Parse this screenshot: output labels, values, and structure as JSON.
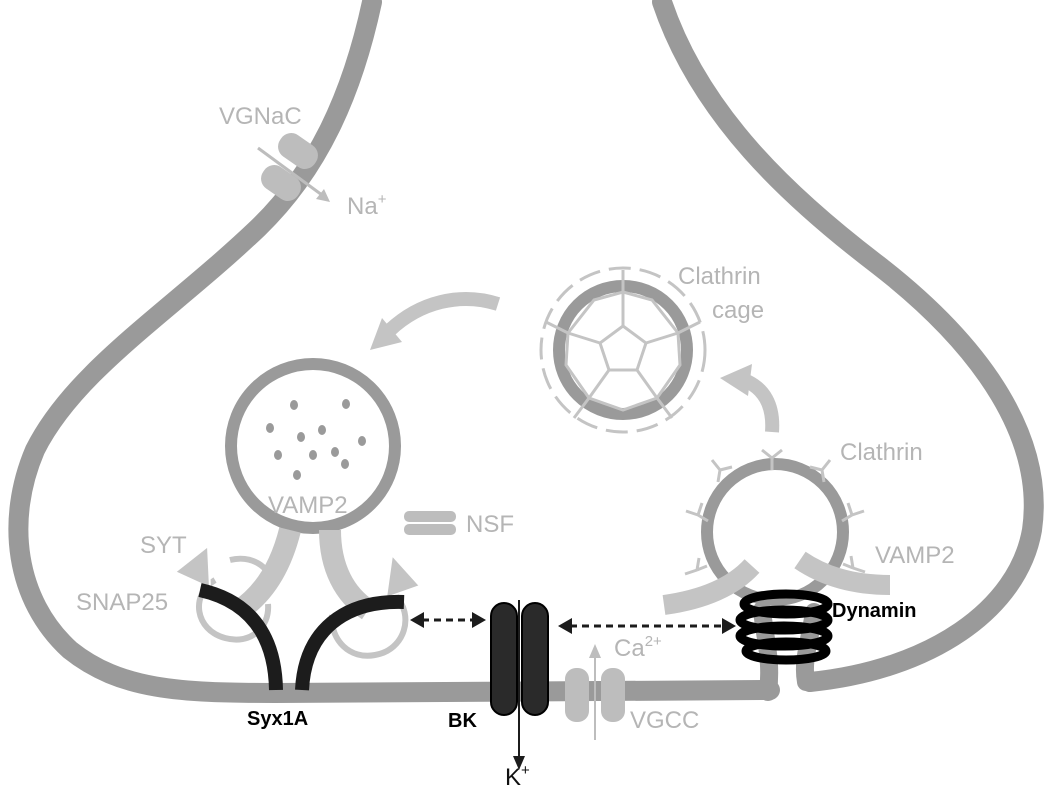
{
  "labels": {
    "vgnac": "VGNaC",
    "na": "Na",
    "na_charge": "+",
    "clathrin_cage_line1": "Clathrin",
    "clathrin_cage_line2": "cage",
    "clathrin": "Clathrin",
    "vamp2_left": "VAMP2",
    "vamp2_right": "VAMP2",
    "nsf": "NSF",
    "syt": "SYT",
    "snap25": "SNAP25",
    "syx1a": "Syx1A",
    "bk": "BK",
    "k": "K",
    "k_charge": "+",
    "ca": "Ca",
    "ca_charge": "2+",
    "vgcc": "VGCC",
    "dynamin": "Dynamin"
  },
  "colors": {
    "membrane": "#9a9a9a",
    "light_protein": "#bdbdbd",
    "dark_protein": "#1c1c1c",
    "label_gray": "#b5b5b5"
  }
}
